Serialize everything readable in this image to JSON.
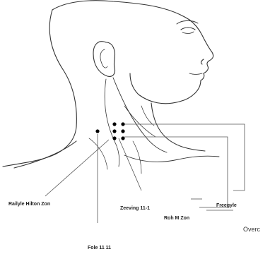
{
  "labels": {
    "left_point": "Railyle Hilton Zon",
    "center_point": "Zeeving 11-1",
    "right_point": "Freegyle",
    "lower_right_point": "Roh M Zon",
    "overc": "Overc",
    "bottom_point": "Fole 11 11"
  },
  "colors": {
    "ink": "#222222",
    "line": "#555555",
    "points": "#000000",
    "background": "#ffffff"
  }
}
